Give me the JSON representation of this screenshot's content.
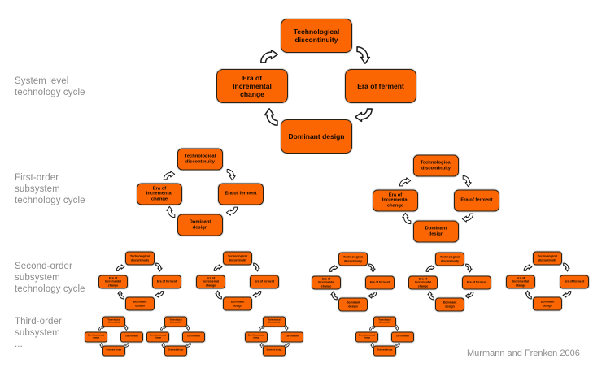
{
  "colors": {
    "background": "#ffffff",
    "box_fill": "#fb6502",
    "box_border": "#2b2014",
    "arrow_stroke": "#1c1c1c",
    "label_gray": "#8c8c8c",
    "frame_border": "#c9c9c9"
  },
  "cycle_labels": {
    "top": "Technological discontinuity",
    "right": "Era of ferment",
    "bottom": "Dominant design",
    "left": "Era of Incremental change"
  },
  "row_labels": [
    {
      "lines": [
        "System level",
        "technology cycle"
      ]
    },
    {
      "lines": [
        "First-order",
        "subsystem",
        "technology cycle"
      ]
    },
    {
      "lines": [
        "Second-order",
        "subsystem",
        "technology cycle"
      ]
    },
    {
      "lines": [
        "Third-order",
        "subsystem",
        "..."
      ]
    }
  ],
  "levels": [
    {
      "name": "System level",
      "cycle_count": 1
    },
    {
      "name": "First-order subsystem",
      "cycle_count": 2
    },
    {
      "name": "Second-order subsystem",
      "cycle_count": 5
    },
    {
      "name": "Third-order subsystem",
      "cycle_count": 4
    }
  ],
  "credit": "Murmann and Frenken 2006"
}
